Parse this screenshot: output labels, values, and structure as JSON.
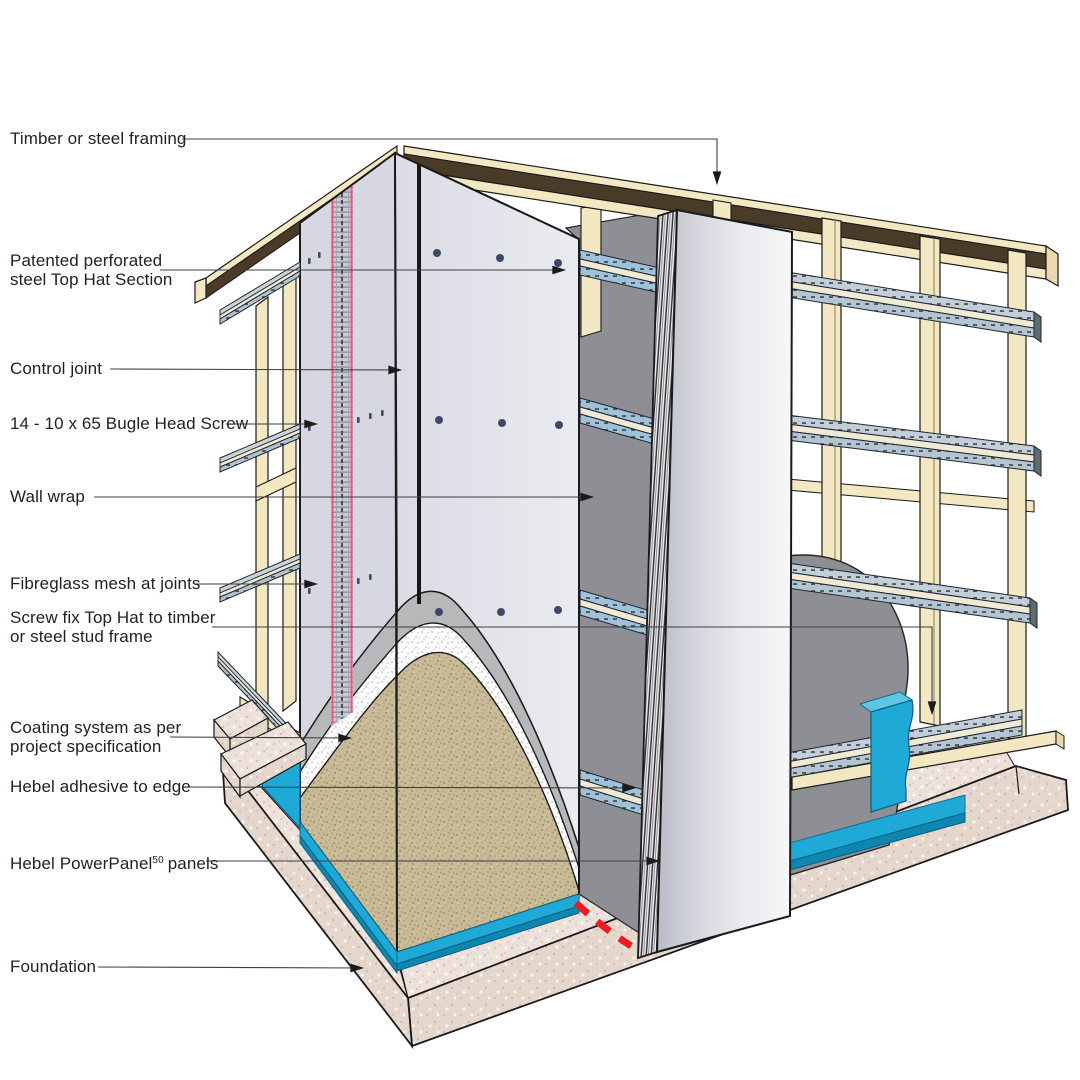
{
  "diagram": {
    "labels": {
      "timber_framing": {
        "text": "Timber or steel framing"
      },
      "top_hat_section": {
        "line1": "Patented perforated",
        "line2": "steel Top Hat Section"
      },
      "control_joint": {
        "text": "Control joint"
      },
      "bugle_screw": {
        "text": "14 - 10 x 65 Bugle Head Screw"
      },
      "wall_wrap": {
        "text": "Wall wrap"
      },
      "fibreglass_mesh": {
        "text": "Fibreglass mesh at joints"
      },
      "screw_fix": {
        "line1": "Screw fix Top Hat to timber",
        "line2": "or steel stud frame"
      },
      "coating_system": {
        "line1": "Coating system as per",
        "line2": "project specification"
      },
      "hebel_adhesive": {
        "text": "Hebel adhesive to edge"
      },
      "powerpanel": {
        "pre": "Hebel PowerPanel",
        "sup": "50",
        "post": "panels"
      },
      "foundation": {
        "text": "Foundation"
      }
    },
    "colors": {
      "timber": "#F3E8C2",
      "timber_shadow": "#4A3B28",
      "steel_rail": "#C2CFDA",
      "steel_rail_gap": "#9FC2DA",
      "steel_cream": "#EEEAD6",
      "panel_face": "#E2E3EA",
      "panel_side": "#D6D7E0",
      "wall_wrap_grey": "#8D8F94",
      "coating_grey": "#B7B8BA",
      "hebel_core": "#C9BA97",
      "adhesive_blue": "#1FA9D6",
      "foundation_pink": "#EDE1D9",
      "mesh_pink": "#F2557D",
      "screw_dot": "#3D4A66",
      "red_dash": "#EB1C24",
      "leader_line": "#3F3F42"
    }
  }
}
